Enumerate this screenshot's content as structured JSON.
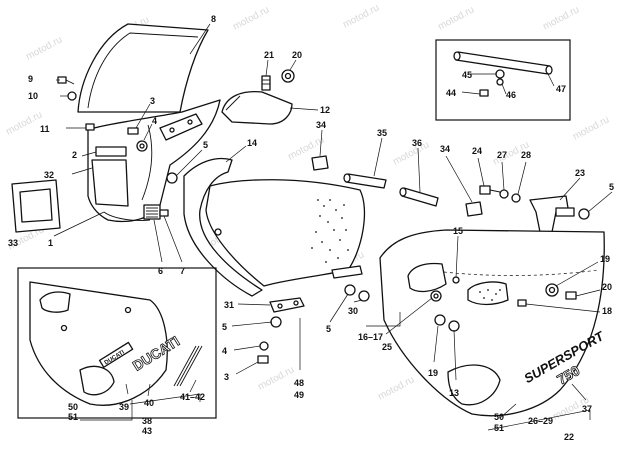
{
  "watermark": "motod.ru",
  "inset_bottom_left": {
    "decal_brand": "DUCATI",
    "decal_small": "DUCATI"
  },
  "main_fairing": {
    "decal_model": "SUPERSPORT",
    "decal_number": "750"
  },
  "callouts": {
    "c1": "1",
    "c2": "2",
    "c3a": "3",
    "c3b": "3",
    "c4a": "4",
    "c4b": "4",
    "c5a": "5",
    "c5b": "5",
    "c5c": "5",
    "c5d": "5",
    "c6": "6",
    "c7": "7",
    "c8": "8",
    "c9": "9",
    "c10": "10",
    "c11": "11",
    "c12": "12",
    "c13": "13",
    "c14": "14",
    "c15": "15",
    "c16_17": "16–17",
    "c18": "18",
    "c19a": "19",
    "c19b": "19",
    "c20a": "20",
    "c20b": "20",
    "c21": "21",
    "c22": "22",
    "c23": "23",
    "c24": "24",
    "c25": "25",
    "c26_29": "26–29",
    "c27": "27",
    "c28": "28",
    "c30": "30",
    "c31": "31",
    "c32": "32",
    "c33": "33",
    "c34a": "34",
    "c34b": "34",
    "c35": "35",
    "c36": "36",
    "c37": "37",
    "c38": "38",
    "c39": "39",
    "c40": "40",
    "c41_42": "41–42",
    "c43": "43",
    "c44": "44",
    "c45": "45",
    "c46": "46",
    "c47": "47",
    "c48": "48",
    "c49": "49",
    "c50a": "50",
    "c51a": "51",
    "c50b": "50",
    "c51b": "51"
  }
}
